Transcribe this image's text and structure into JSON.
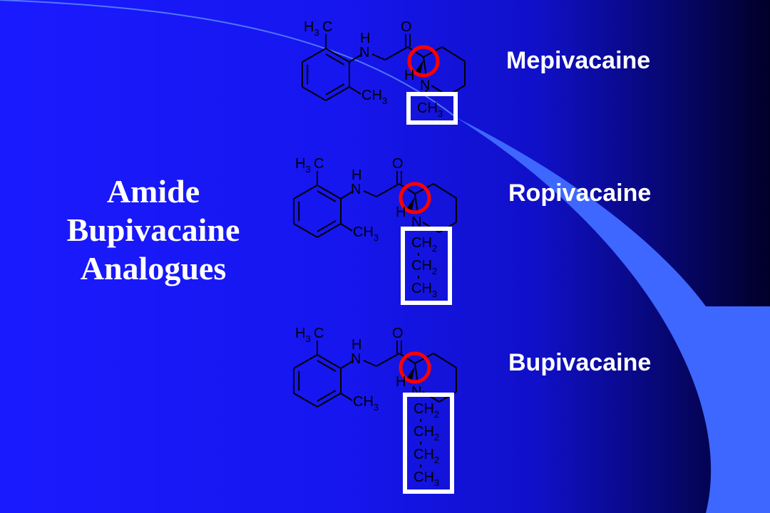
{
  "slide": {
    "title_lines": [
      "Amide",
      "Bupivacaine",
      "Analogues"
    ],
    "colors": {
      "background": "#1a1aff",
      "swoosh": "#3d67ff",
      "swoosh_line": "#6aa0ff",
      "highlight_circle": "#ff0000",
      "structure": "#000000",
      "text": "#ffffff"
    }
  },
  "molecules": [
    {
      "name": "Mepivacaine",
      "labels": {
        "h3": "H",
        "h3_sub": "3",
        "c": "C",
        "nh_h": "H",
        "nh_n": "N",
        "o": "O",
        "ch3_c": "CH",
        "ch3_sub": "3",
        "chiral_h": "H",
        "ring_n": "N"
      },
      "chain": [
        {
          "text": "CH",
          "sub": "3"
        }
      ]
    },
    {
      "name": "Ropivacaine",
      "labels": {
        "h3": "H",
        "h3_sub": "3",
        "c": "C",
        "nh_h": "H",
        "nh_n": "N",
        "o": "O",
        "ch3_c": "CH",
        "ch3_sub": "3",
        "chiral_h": "H",
        "ring_n": "N"
      },
      "chain": [
        {
          "text": "CH",
          "sub": "2"
        },
        {
          "text": "CH",
          "sub": "2"
        },
        {
          "text": "CH",
          "sub": "3"
        }
      ]
    },
    {
      "name": "Bupivacaine",
      "labels": {
        "h3": "H",
        "h3_sub": "3",
        "c": "C",
        "nh_h": "H",
        "nh_n": "N",
        "o": "O",
        "ch3_c": "CH",
        "ch3_sub": "3",
        "chiral_h": "H",
        "ring_n": "N"
      },
      "chain": [
        {
          "text": "CH",
          "sub": "2"
        },
        {
          "text": "CH",
          "sub": "2"
        },
        {
          "text": "CH",
          "sub": "2"
        },
        {
          "text": "CH",
          "sub": "3"
        }
      ]
    }
  ]
}
